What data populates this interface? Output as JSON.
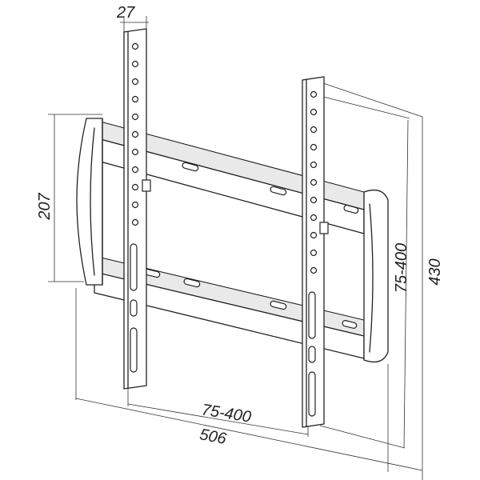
{
  "diagram": {
    "dimensions": {
      "arm_width": "27",
      "height_left": "207",
      "vesa_vertical": "75-400",
      "overall_height": "430",
      "vesa_horizontal": "75-400",
      "overall_width": "506"
    }
  }
}
